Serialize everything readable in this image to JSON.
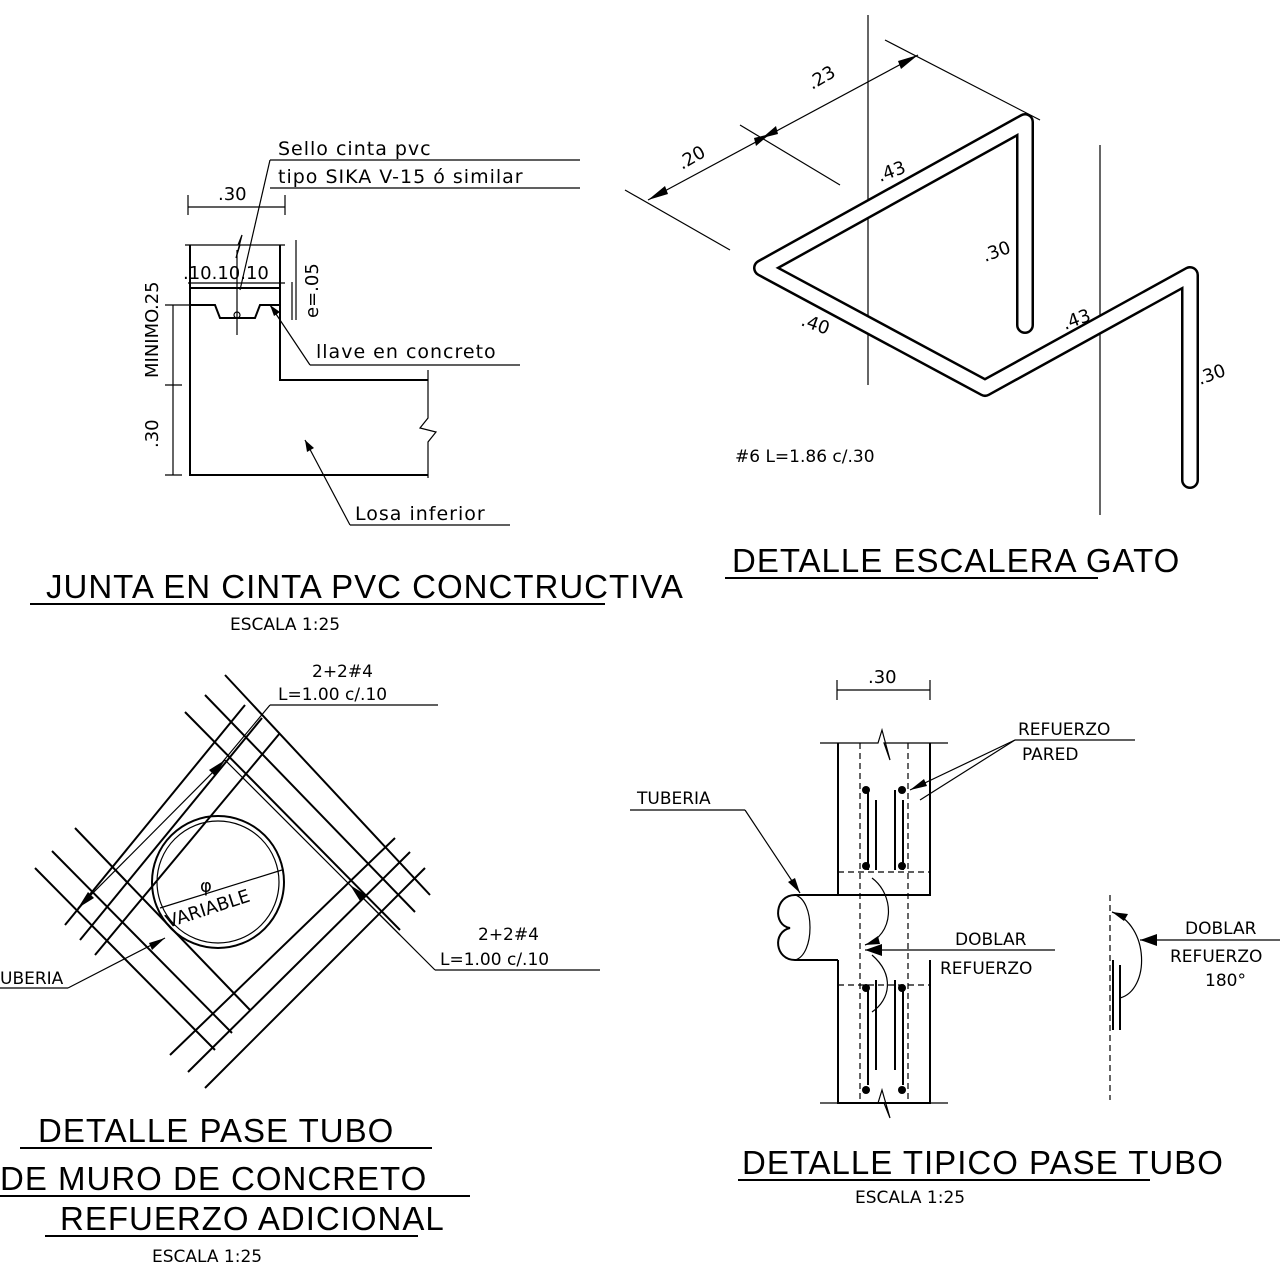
{
  "junta": {
    "title": "JUNTA EN CINTA PVC CONCTRUCTIVA",
    "scale": "ESCALA     1:25",
    "sello_line1": "Sello  cinta  pvc",
    "sello_line2": "tipo  SIKA  V-15  ó  similar",
    "dim_30": ".30",
    "dim_101010": ".10.10.10",
    "dim_e05": "e=.05",
    "dim_25": ".25",
    "minimo": "MINIMO",
    "dim_30v": ".30",
    "llave": "llave  en  concreto",
    "losa": "Losa  inferior"
  },
  "escalera": {
    "title": "DETALLE  ESCALERA  GATO",
    "dim_23": ".23",
    "dim_20": ".20",
    "dim_43a": ".43",
    "dim_30a": ".30",
    "dim_40": ".40",
    "dim_43b": ".43",
    "dim_30b": ".30",
    "bar_note": "#6  L=1.86  c/.30"
  },
  "pase_tubo": {
    "title_line1": "DETALLE  PASE  TUBO",
    "title_line2": "DE  MURO  DE  CONCRETO",
    "title_line3": "REFUERZO  ADICIONAL",
    "scale": "ESCALA 1:25",
    "bar_top_1": "2+2#4",
    "bar_top_2": "L=1.00  c/.10",
    "bar_right_1": "2+2#4",
    "bar_right_2": "L=1.00  c/.10",
    "phi": "φ",
    "variable": "VARIABLE",
    "tuberia": "UBERIA"
  },
  "tipico": {
    "title": "DETALLE  TIPICO  PASE  TUBO",
    "scale": "ESCALA     1:25",
    "dim_30": ".30",
    "refuerzo_1": "REFUERZO",
    "refuerzo_2": "PARED",
    "tuberia": "TUBERIA",
    "doblar_1": "DOBLAR",
    "doblar_2": "REFUERZO",
    "doblar180_1": "DOBLAR",
    "doblar180_2": "REFUERZO",
    "doblar180_3": "180°"
  }
}
